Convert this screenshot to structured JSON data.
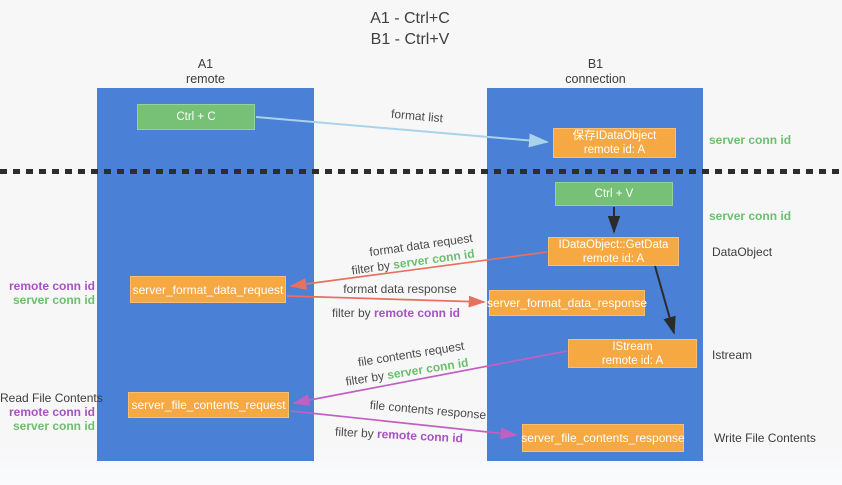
{
  "title": {
    "line1": "A1 - Ctrl+C",
    "line2": "B1 - Ctrl+V"
  },
  "columns": {
    "a1": {
      "name": "A1",
      "subtitle": "remote"
    },
    "b1": {
      "name": "B1",
      "subtitle": "connection"
    }
  },
  "boxes": {
    "ctrl_c": {
      "label": "Ctrl + C"
    },
    "ctrl_v": {
      "label": "Ctrl + V"
    },
    "save_idataobject": {
      "line1": "保存IDataObject",
      "line2": "remote id: A"
    },
    "idataobject_getdata": {
      "line1": "IDataObject::GetData",
      "line2": "remote id: A"
    },
    "istream": {
      "line1": "IStream",
      "line2": "remote id: A"
    },
    "server_format_data_request": {
      "label": "server_format_data_request"
    },
    "server_format_data_response": {
      "label": "server_format_data_response"
    },
    "server_file_contents_request": {
      "label": "server_file_contents_request"
    },
    "server_file_contents_response": {
      "label": "server_file_contents_response"
    }
  },
  "arrow_labels": {
    "format_list": "format list",
    "format_data_request": "format data request",
    "format_data_response": "format data response",
    "file_contents_request": "file contents request",
    "file_contents_response": "file contents response",
    "filter_prefix": "filter by ",
    "server_conn_id": "server conn id",
    "remote_conn_id": "remote conn id"
  },
  "side_labels": {
    "right_server_conn_id_1": "server conn id",
    "right_server_conn_id_2": "server conn id",
    "dataobject": "DataObject",
    "istream": "Istream",
    "write_file_contents": "Write File Contents",
    "left_remote_conn_id_1": "remote conn id",
    "left_server_conn_id_1": "server conn id",
    "read_file_contents": "Read File Contents",
    "left_remote_conn_id_2": "remote conn id",
    "left_server_conn_id_2": "server conn id"
  },
  "colors": {
    "column_blue": "#4a80d5",
    "box_green": "#76c176",
    "box_orange": "#f6a843",
    "arrow_light_blue": "#a9d3ea",
    "arrow_black": "#2b2b2b",
    "arrow_red": "#e8705f",
    "arrow_magenta": "#c35fc3",
    "label_green": "#6bbf6e",
    "label_purple": "#a653c2"
  }
}
